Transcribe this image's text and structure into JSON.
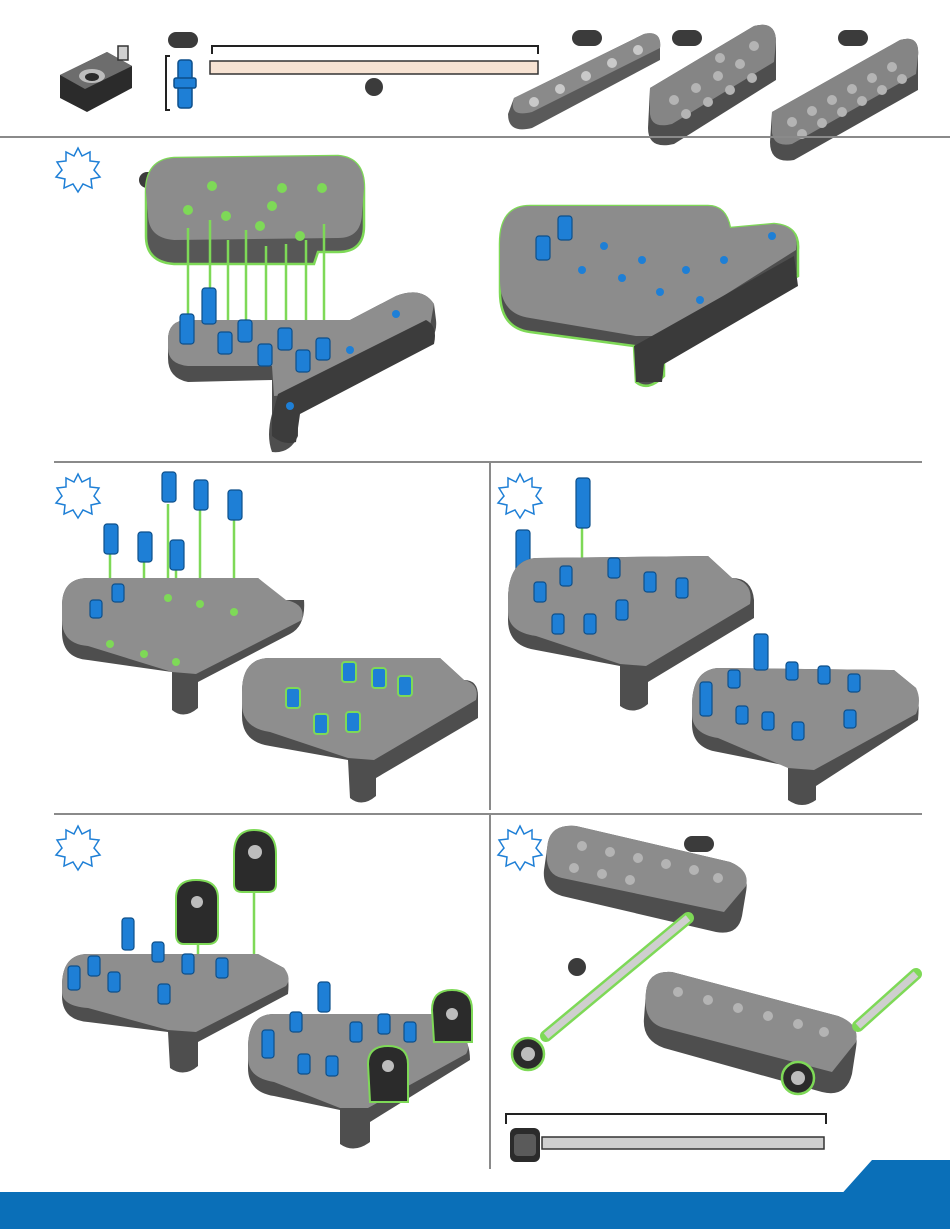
{
  "page": {
    "sections": [
      {
        "id": "parts-list",
        "badge_count": 5
      },
      {
        "id": "step-1"
      },
      {
        "id": "step-2"
      },
      {
        "id": "step-3"
      },
      {
        "id": "step-4"
      },
      {
        "id": "step-5"
      }
    ]
  },
  "colors": {
    "pin_blue": "#1e7fd6",
    "beam_gray": "#6c6c6c",
    "highlight_green": "#7ed957",
    "footer_blue": "#0a6fb8",
    "label_dark": "#3b3b3b"
  },
  "icons": [
    "shaft-collar-icon",
    "standoff-icon",
    "shaft-icon",
    "beam-1x5-icon",
    "plate-2x4-icon",
    "plate-2x6-icon",
    "step-burst-icon",
    "corner-pin-icon"
  ]
}
